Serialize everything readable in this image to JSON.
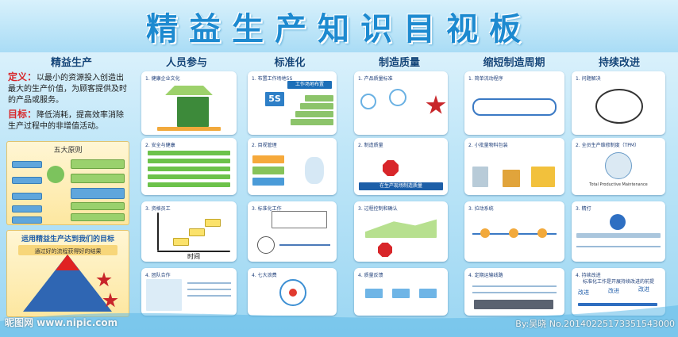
{
  "title": "精益生产知识目视板",
  "columns": [
    {
      "header": "精益生产"
    },
    {
      "header": "人员参与"
    },
    {
      "header": "标准化"
    },
    {
      "header": "制造质量"
    },
    {
      "header": "缩短制造周期"
    },
    {
      "header": "持续改进"
    }
  ],
  "definition": {
    "label": "定义：",
    "text": "以最小的资源投入创造出最大的生产价值，为顾客提供及时的产品或服务。"
  },
  "goal": {
    "label": "目标：",
    "text": "降低消耗，提高效率消除生产过程中的非增值活动。"
  },
  "principles_title": "五大原则",
  "target_title": "运用精益生产达到我们的目标",
  "target_subtitle": "通过好的流程获得好的结果",
  "cards": {
    "personnel": [
      "1. 健康企业文化",
      "2. 安全与健康",
      "3. 资格员工",
      "4. 团队合作"
    ],
    "standard": [
      "1. 布置工作场地5S",
      "2. 目视管理",
      "3. 标准化工作",
      "4. 七大浪费"
    ],
    "standard_banner": "工作场地布置",
    "quality": [
      "1. 产品质量标准",
      "2. 制造质量",
      "3. 过程控制和确认",
      "4. 质量反馈"
    ],
    "quality_bottom": "在生产现场制造质量",
    "cycle": [
      "1. 简单流动程序",
      "2. 小批量物料包装",
      "3. 拉动系统",
      "4. 定期运输线路"
    ],
    "improve": [
      "1. 问题解决",
      "2. 全员生产维修制度（TPM）",
      "3. 精打",
      "4. 持续改进"
    ],
    "improve_label": "标准化工作是开展持续改进的前提",
    "improve_steps": [
      "改进",
      "改进",
      "改进"
    ],
    "axis_label": "时间",
    "time_label": "Total Productive Maintenance"
  },
  "watermarks": {
    "left": "昵图网 www.nipic.com",
    "right": "By:吴晓 No.20140225173351543000"
  },
  "colors": {
    "title": "#1d8ad0",
    "header": "#13467a",
    "accent_red": "#d8262a",
    "card_bg": "#ffffff"
  }
}
